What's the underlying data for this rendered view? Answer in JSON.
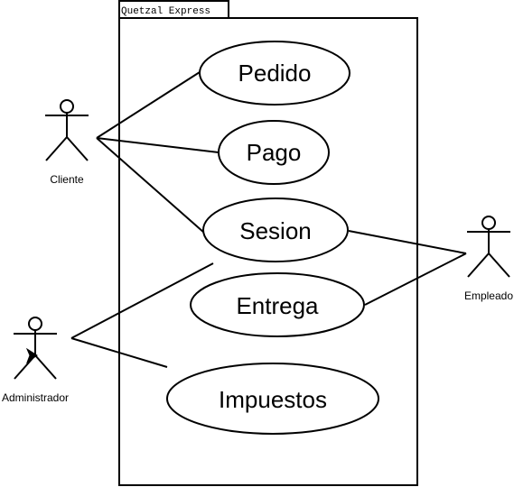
{
  "system": {
    "name": "Quetzal Express"
  },
  "actors": {
    "cliente": "Cliente",
    "empleado": "Empleado",
    "administrador": "Administrador"
  },
  "use_cases": {
    "pedido": "Pedido",
    "pago": "Pago",
    "sesion": "Sesion",
    "entrega": "Entrega",
    "impuestos": "Impuestos"
  }
}
